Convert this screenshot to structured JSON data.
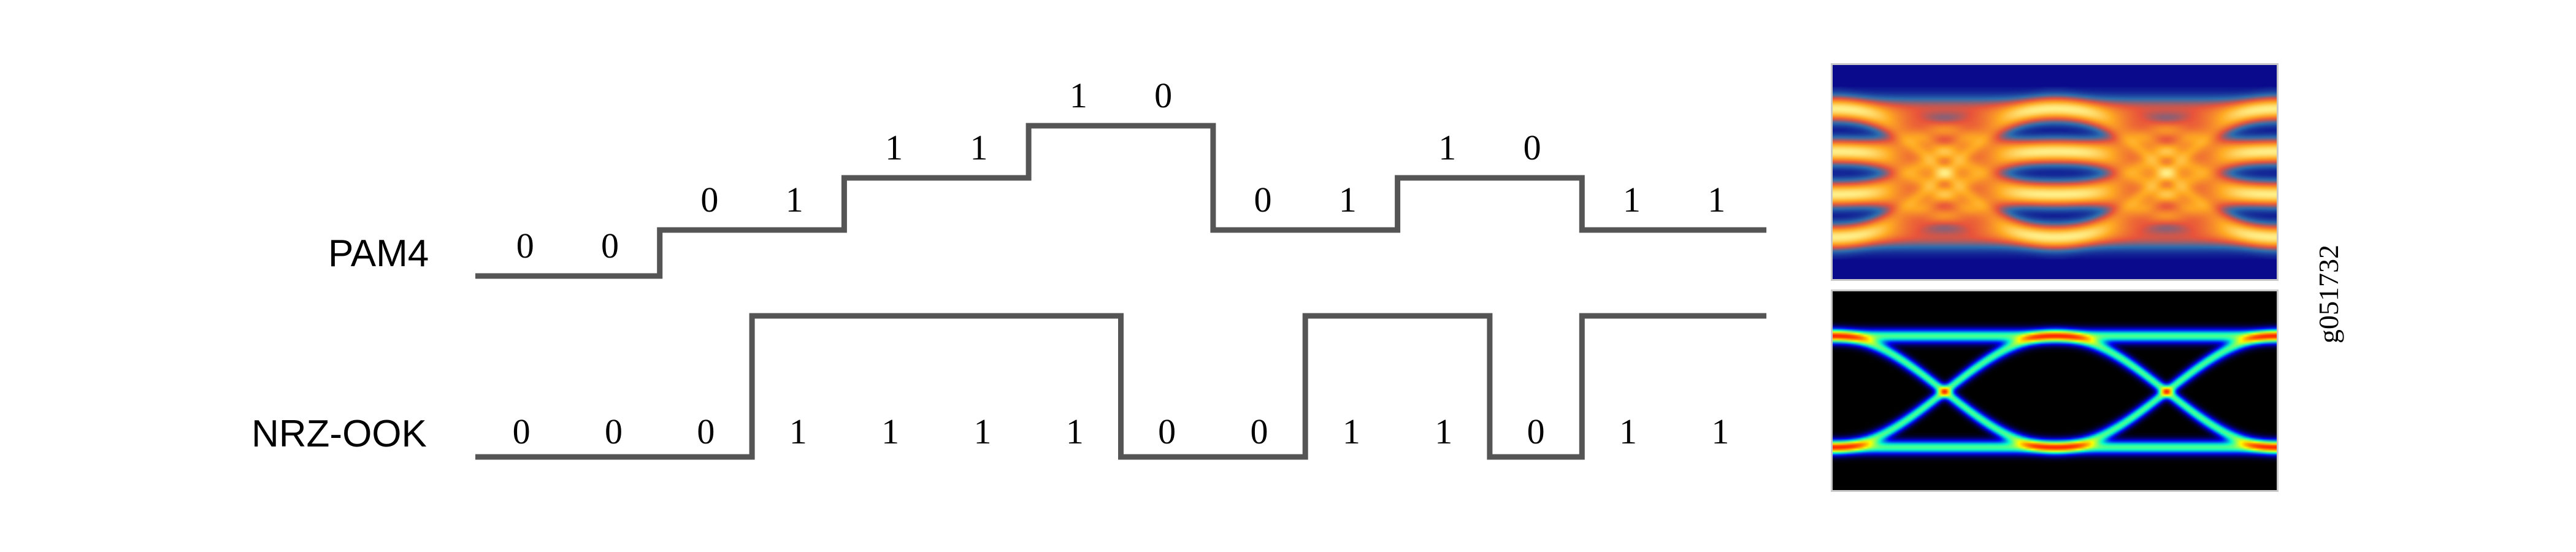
{
  "figure": {
    "figure_id": "g051732",
    "background_color": "#ffffff",
    "trace_color": "#555555",
    "text_color": "#000000"
  },
  "rows": {
    "pam4": {
      "label": "PAM4",
      "modulation": "PAM4",
      "levels": 4,
      "bits_per_symbol": 2,
      "bit_labels": [
        "0",
        "0",
        "0",
        "1",
        "1",
        "1",
        "1",
        "0",
        "0",
        "1",
        "1",
        "0",
        "1",
        "1"
      ],
      "symbols": [
        {
          "bits": "00",
          "level": 0
        },
        {
          "bits": "01",
          "level": 1
        },
        {
          "bits": "11",
          "level": 2
        },
        {
          "bits": "10",
          "level": 3
        },
        {
          "bits": "01",
          "level": 1
        },
        {
          "bits": "10",
          "level": 2
        },
        {
          "bits": "11",
          "level": 1
        }
      ]
    },
    "nrz": {
      "label": "NRZ-OOK",
      "modulation": "NRZ-OOK",
      "levels": 2,
      "bits_per_symbol": 1,
      "bit_labels": [
        "0",
        "0",
        "0",
        "1",
        "1",
        "1",
        "1",
        "0",
        "0",
        "1",
        "1",
        "0",
        "1",
        "1"
      ],
      "symbols": [
        {
          "bits": "0",
          "level": 0
        },
        {
          "bits": "0",
          "level": 0
        },
        {
          "bits": "0",
          "level": 0
        },
        {
          "bits": "1",
          "level": 1
        },
        {
          "bits": "1",
          "level": 1
        },
        {
          "bits": "1",
          "level": 1
        },
        {
          "bits": "1",
          "level": 1
        },
        {
          "bits": "0",
          "level": 0
        },
        {
          "bits": "0",
          "level": 0
        },
        {
          "bits": "1",
          "level": 1
        },
        {
          "bits": "1",
          "level": 1
        },
        {
          "bits": "0",
          "level": 0
        },
        {
          "bits": "1",
          "level": 1
        },
        {
          "bits": "1",
          "level": 1
        }
      ]
    }
  },
  "eye_diagrams": {
    "pam4": {
      "name": "PAM4 eye diagram",
      "eye_count": 3,
      "background_color": "#0a0a8c",
      "palette": [
        "#0a0a8c",
        "#2b6fb0",
        "#e8533c",
        "#ffaa22",
        "#fff08a"
      ]
    },
    "nrz": {
      "name": "NRZ-OOK eye diagram",
      "eye_count": 2,
      "background_color": "#000000",
      "palette": [
        "#000000",
        "#0000ff",
        "#00ffcc",
        "#ffff00",
        "#ff2200"
      ]
    }
  },
  "chart_data": {
    "type": "line",
    "title": "",
    "xlabel": "",
    "ylabel": "",
    "series": [
      {
        "name": "PAM4",
        "type": "staircase",
        "levels": [
          0,
          1,
          2,
          3,
          1,
          2,
          1
        ],
        "level_count": 4,
        "bit_labels": [
          "0",
          "0",
          "0",
          "1",
          "1",
          "1",
          "1",
          "0",
          "0",
          "1",
          "1",
          "0",
          "1",
          "1"
        ]
      },
      {
        "name": "NRZ-OOK",
        "type": "staircase",
        "levels": [
          0,
          0,
          0,
          1,
          1,
          1,
          1,
          0,
          0,
          1,
          1,
          0,
          1,
          1
        ],
        "level_count": 2,
        "bit_labels": [
          "0",
          "0",
          "0",
          "1",
          "1",
          "1",
          "1",
          "0",
          "0",
          "1",
          "1",
          "0",
          "1",
          "1"
        ]
      }
    ]
  }
}
